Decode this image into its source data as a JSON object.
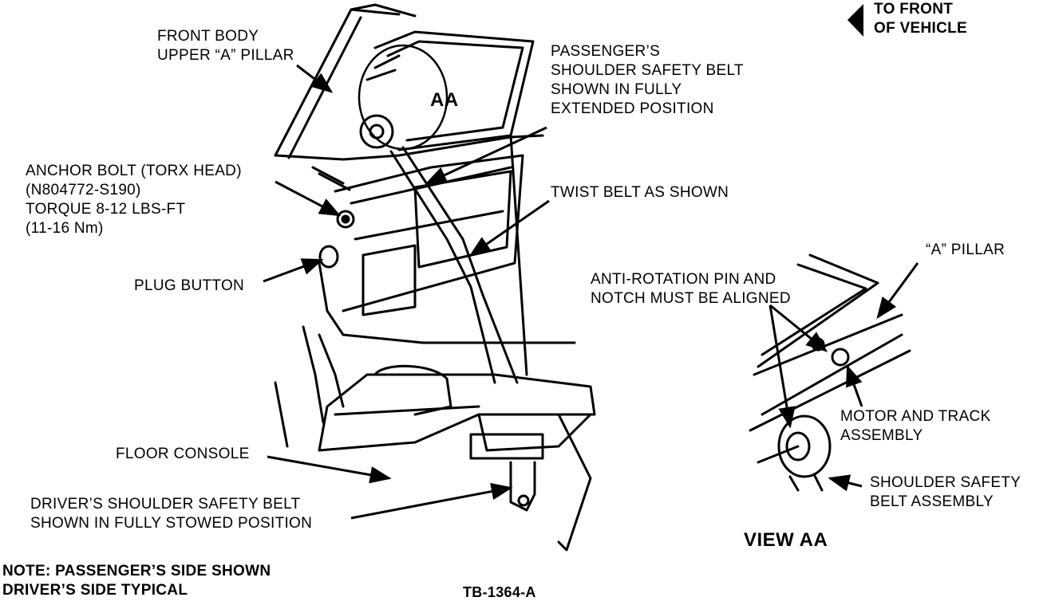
{
  "labels": {
    "to_front": [
      "TO FRONT",
      "OF VEHICLE"
    ],
    "front_body_pillar": [
      "FRONT BODY",
      "UPPER “A” PILLAR"
    ],
    "passenger_belt": [
      "PASSENGER’S",
      "SHOULDER SAFETY BELT",
      "SHOWN IN FULLY",
      "EXTENDED POSITION"
    ],
    "aa_marker": "AA",
    "anchor_bolt": [
      "ANCHOR BOLT (TORX HEAD)",
      "(N804772-S190)",
      "TORQUE 8-12 LBS-FT",
      "(11-16 Nm)"
    ],
    "twist_belt": "TWIST BELT AS SHOWN",
    "plug_button": "PLUG BUTTON",
    "a_pillar": "“A” PILLAR",
    "anti_rotation": [
      "ANTI-ROTATION PIN AND",
      "NOTCH MUST BE ALIGNED"
    ],
    "motor_track": [
      "MOTOR AND TRACK",
      "ASSEMBLY"
    ],
    "floor_console": "FLOOR CONSOLE",
    "driver_belt": [
      "DRIVER’S SHOULDER SAFETY BELT",
      "SHOWN IN FULLY STOWED POSITION"
    ],
    "shoulder_belt_assembly": [
      "SHOULDER SAFETY",
      "BELT ASSEMBLY"
    ],
    "view_aa": "VIEW AA",
    "note": [
      "NOTE: PASSENGER’S SIDE SHOWN",
      "DRIVER’S SIDE TYPICAL"
    ],
    "figure_id": "TB-1364-A"
  },
  "icons": {
    "direction_arrow": "left-arrow-icon"
  }
}
